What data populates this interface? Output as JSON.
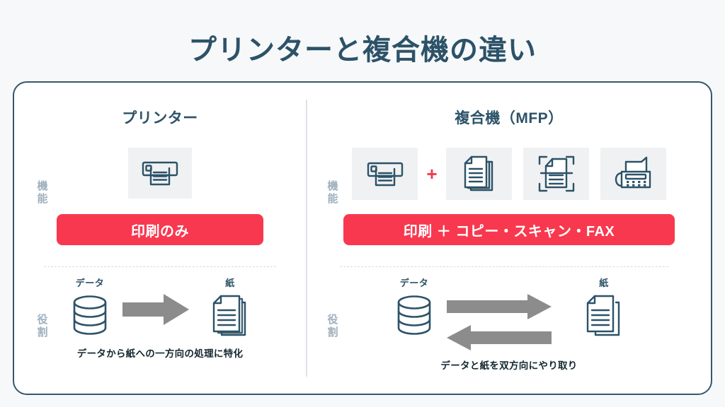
{
  "page": {
    "title": "プリンターと複合機の違い",
    "background_color": "#f7f8f9",
    "accent_color": "#f8384f",
    "ink_color": "#2c5268"
  },
  "columns": [
    {
      "id": "printer",
      "heading": "プリンター",
      "feature": {
        "side_label_chars": [
          "機",
          "能"
        ],
        "icons": [
          {
            "name": "printer-icon",
            "label": "プリンター"
          }
        ],
        "plus": "",
        "pill": "印刷のみ"
      },
      "role": {
        "side_label_chars": [
          "役",
          "割"
        ],
        "source_label": "データ",
        "target_label": "紙",
        "direction": "one-way",
        "caption": "データから紙への一方向の処理に特化"
      }
    },
    {
      "id": "mfp",
      "heading": "複合機（MFP）",
      "feature": {
        "side_label_chars": [
          "機",
          "能"
        ],
        "icons": [
          {
            "name": "printer-icon",
            "label": "印刷"
          },
          {
            "name": "copy-documents-icon",
            "label": "コピー"
          },
          {
            "name": "scan-icon",
            "label": "スキャン"
          },
          {
            "name": "fax-icon",
            "label": "FAX"
          }
        ],
        "plus": "+",
        "pill": "印刷 ＋ コピー・スキャン・FAX"
      },
      "role": {
        "side_label_chars": [
          "役",
          "割"
        ],
        "source_label": "データ",
        "target_label": "紙",
        "direction": "two-way",
        "caption": "データと紙を双方向にやり取り"
      }
    }
  ]
}
